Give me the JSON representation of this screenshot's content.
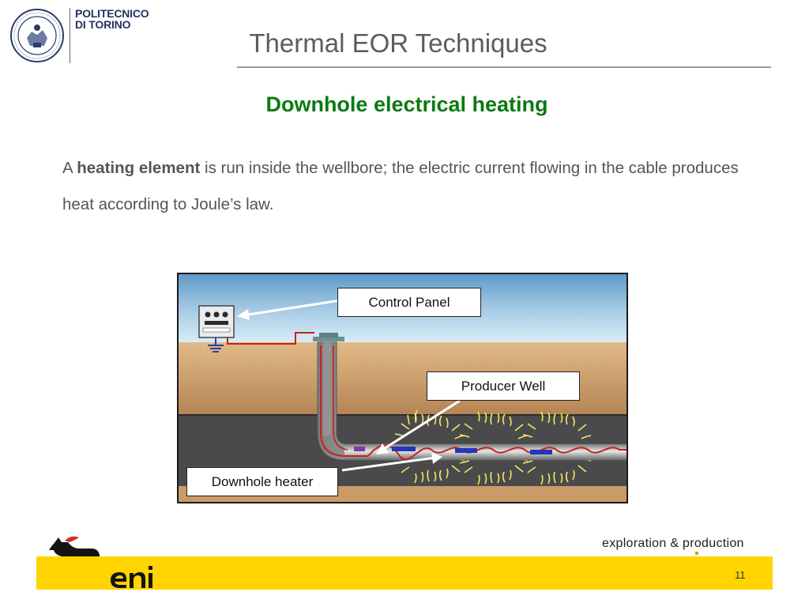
{
  "header": {
    "institution_line1": "POLITECNICO",
    "institution_line2": "DI TORINO",
    "title": "Thermal EOR Techniques"
  },
  "content": {
    "subtitle": "Downhole electrical heating",
    "text_lead": "A ",
    "text_bold": "heating element",
    "text_rest": " is run inside the wellbore; the electric current flowing in the cable produces heat according to Joule’s law."
  },
  "figure": {
    "labels": {
      "control_panel": "Control Panel",
      "producer_well": "Producer Well",
      "downhole_heater": "Downhole heater"
    }
  },
  "footer": {
    "division": "exploration & production",
    "page_number": "11"
  },
  "colors": {
    "title_gray": "#5c5c5c",
    "subtitle_green": "#0a7a12",
    "footer_yellow": "#ffd400",
    "heater_cable_red": "#c8201e",
    "heat_rays_yellow": "#f2ea5a"
  },
  "icons": {
    "seal": "university-seal-icon",
    "eni": "eni-six-legged-dog-logo"
  }
}
